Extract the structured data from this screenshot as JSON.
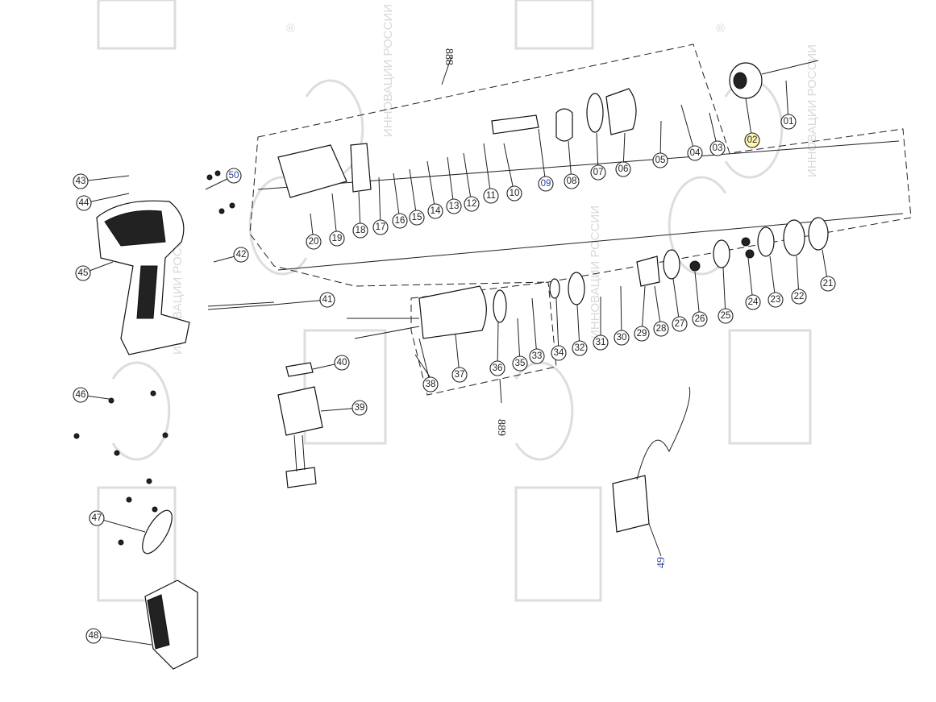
{
  "diagram": {
    "type": "exploded-parts-view",
    "part_numbers": [
      "01",
      "02",
      "03",
      "04",
      "05",
      "06",
      "07",
      "08",
      "09",
      "10",
      "11",
      "12",
      "13",
      "14",
      "15",
      "16",
      "17",
      "18",
      "19",
      "20",
      "21",
      "22",
      "23",
      "24",
      "25",
      "26",
      "27",
      "28",
      "29",
      "30",
      "31",
      "32",
      "33",
      "34",
      "35",
      "36",
      "37",
      "38",
      "39",
      "40",
      "41",
      "42",
      "43",
      "44",
      "45",
      "46",
      "47",
      "48",
      "50"
    ],
    "group_labels": {
      "gearbox_assembly": "888",
      "motor_assembly": "889",
      "charger": "49"
    },
    "watermark": {
      "text": "ИННОВАЦИИ РОССИИ",
      "mark": "®"
    }
  }
}
